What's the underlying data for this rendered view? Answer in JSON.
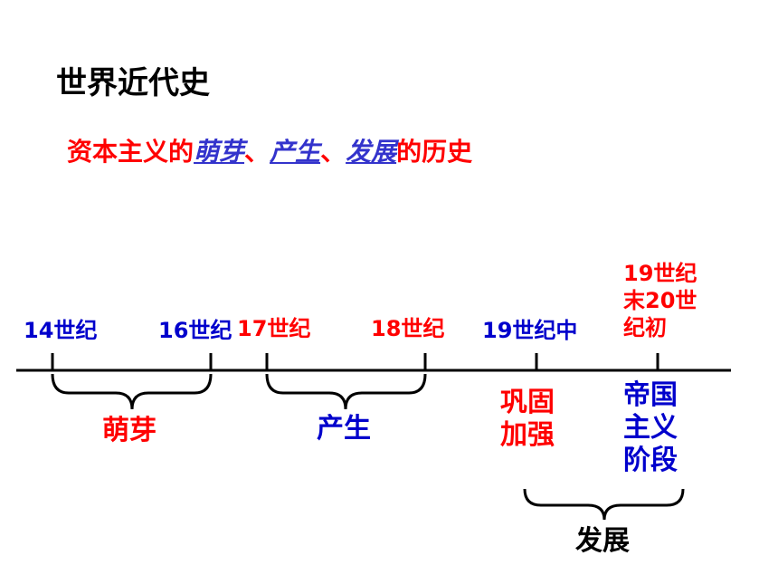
{
  "title": "世界近代史",
  "subtitle": {
    "prefix": "资本主义的",
    "term1": "萌芽",
    "sep1": "、",
    "term2": "产生",
    "sep2": "、",
    "term3": "发展",
    "suffix": "的历史"
  },
  "timeline": {
    "points": [
      "14世纪",
      "16世纪",
      "17世纪",
      "18世纪",
      "19世纪中"
    ],
    "late_point": [
      "19世纪",
      "末20世",
      "纪初"
    ],
    "stages": {
      "budding": "萌芽",
      "emergence": "产生",
      "consolidation": [
        "巩固",
        "加强"
      ],
      "imperialism": [
        "帝国",
        "主义",
        "阶段"
      ],
      "development": "发展"
    }
  },
  "colors": {
    "blue": "#0000cc",
    "red": "#ff0000",
    "link": "#3333cc",
    "black": "#000000"
  }
}
